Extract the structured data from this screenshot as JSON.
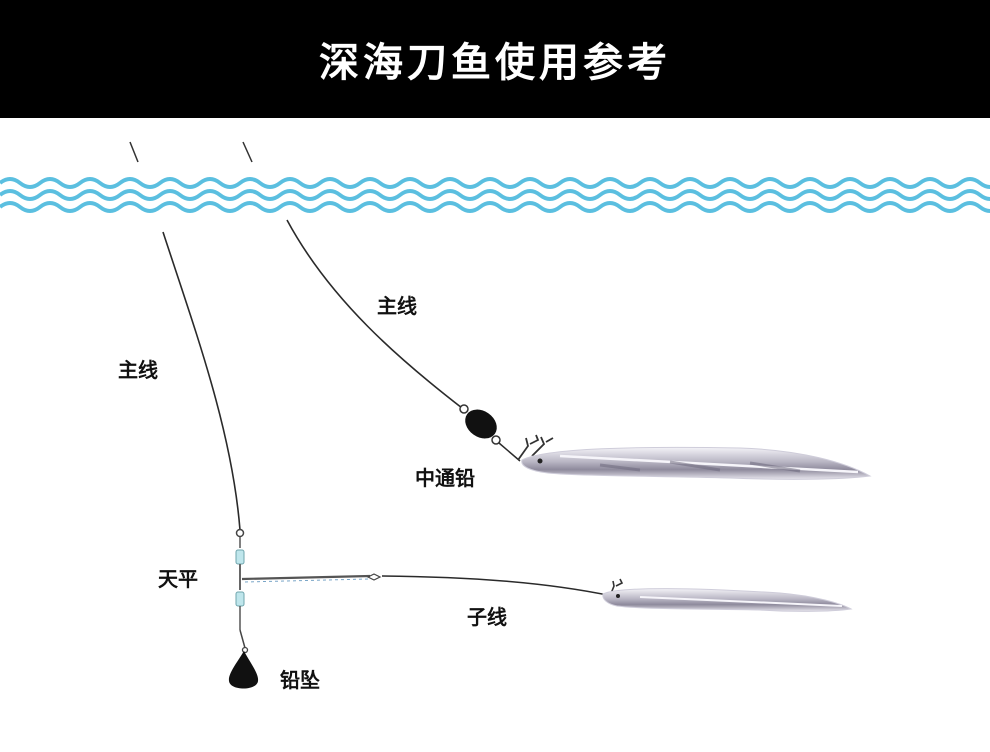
{
  "header": {
    "title": "深海刀鱼使用参考"
  },
  "labels": {
    "main_line_left": "主线",
    "main_line_right": "主线",
    "sliding_sinker": "中通铅",
    "balance": "天平",
    "leader": "子线",
    "sinker": "铅坠"
  },
  "colors": {
    "header_bg": "#000000",
    "title": "#ffffff",
    "wave": "#5bbfe0",
    "line": "#2a2a2a",
    "lure_body": "#dcdae6"
  }
}
